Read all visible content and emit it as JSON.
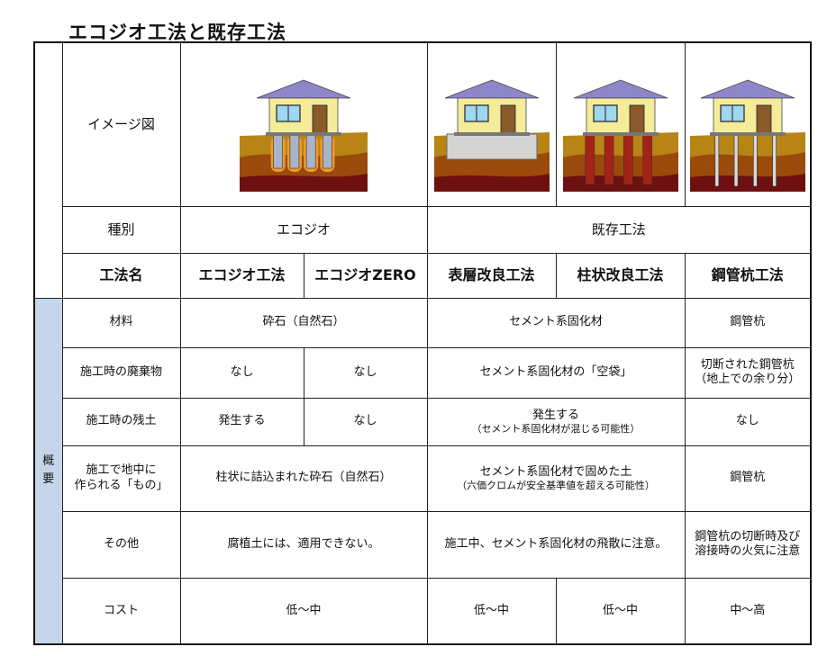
{
  "title": "エコジオ工法と既存工法",
  "row_labels": {
    "image": "イメージ図",
    "type": "種別",
    "method": "工法名",
    "overview": "概要",
    "material": "材料",
    "waste": "施工時の廃棄物",
    "residual_soil": "施工時の残土",
    "underground_l1": "施工で地中に",
    "underground_l2": "作られる「もの」",
    "other": "その他",
    "cost": "コスト"
  },
  "types": {
    "ecogeo": "エコジオ",
    "existing": "既存工法"
  },
  "methods": [
    "エコジオ工法",
    "エコジオZERO",
    "表層改良工法",
    "柱状改良工法",
    "鋼管杭工法"
  ],
  "material": {
    "ecogeo": "砕石（自然石）",
    "cement": "セメント系固化材",
    "steel": "鋼管杭"
  },
  "waste": {
    "eco1": "なし",
    "eco2": "なし",
    "cement": "セメント系固化材の「空袋」",
    "steel_l1": "切断された鋼管杭",
    "steel_l2": "（地上での余り分）"
  },
  "residual_soil": {
    "eco1": "発生する",
    "eco2": "なし",
    "cement_l1": "発生する",
    "cement_l2": "（セメント系固化材が混じる可能性）",
    "steel": "なし"
  },
  "underground": {
    "ecogeo": "柱状に詰込まれた砕石（自然石）",
    "cement_l1": "セメント系固化材で固めた土",
    "cement_l2": "（六価クロムが安全基準値を超える可能性）",
    "steel": "鋼管杭"
  },
  "other": {
    "ecogeo": "腐植土には、適用できない。",
    "cement": "施工中、セメント系固化材の飛散に注意。",
    "steel_l1": "鋼管杭の切断時及び",
    "steel_l2": "溶接時の火気に注意"
  },
  "cost": {
    "ecogeo": "低～中",
    "surface": "低～中",
    "column": "低～中",
    "steel": "中～高"
  },
  "colors": {
    "side_bg": "#c6d6ea",
    "roof": "#8f86c9",
    "wall": "#f5ec9a",
    "window": "#9fd6f0",
    "door": "#8a5a2b",
    "soil_top": "#b88416",
    "soil_mid": "#9a4a0a",
    "soil_deep": "#6e0f10",
    "stone_ring": "#f19a2a",
    "column": "#a52216",
    "pile": "#d8d8d8"
  }
}
